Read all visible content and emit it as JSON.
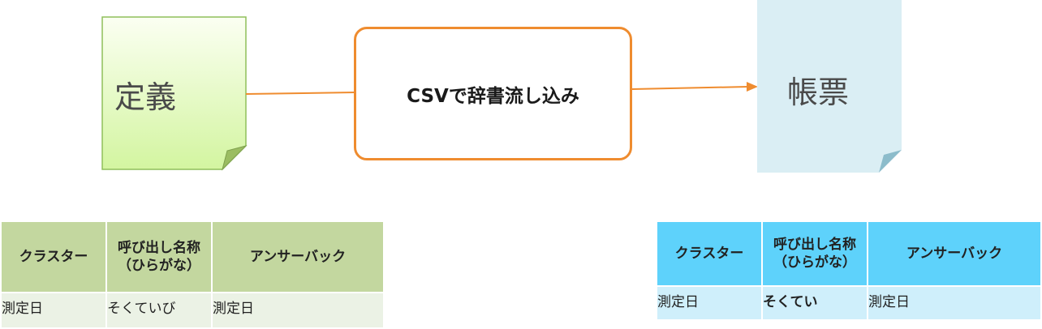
{
  "diagram": {
    "definition_label": "定義",
    "process_label": "CSVで辞書流し込み",
    "form_label": "帳票"
  },
  "colors": {
    "definition_note": "#d6f5a8",
    "process_border": "#ef8c2f",
    "form_note": "#daeef4",
    "left_header": "#c3d79f",
    "left_cell": "#ebf2e5",
    "right_header": "#5ed2fb",
    "right_cell": "#cfeffb"
  },
  "left_table": {
    "headers": [
      "クラスター",
      "呼び出し名称\n（ひらがな）",
      "アンサーバック"
    ],
    "row": [
      "測定日",
      "そくていび",
      "測定日"
    ]
  },
  "right_table": {
    "headers": [
      "クラスター",
      "呼び出し名称\n（ひらがな）",
      "アンサーバック"
    ],
    "row": [
      "測定日",
      "そくてい",
      "測定日"
    ]
  }
}
